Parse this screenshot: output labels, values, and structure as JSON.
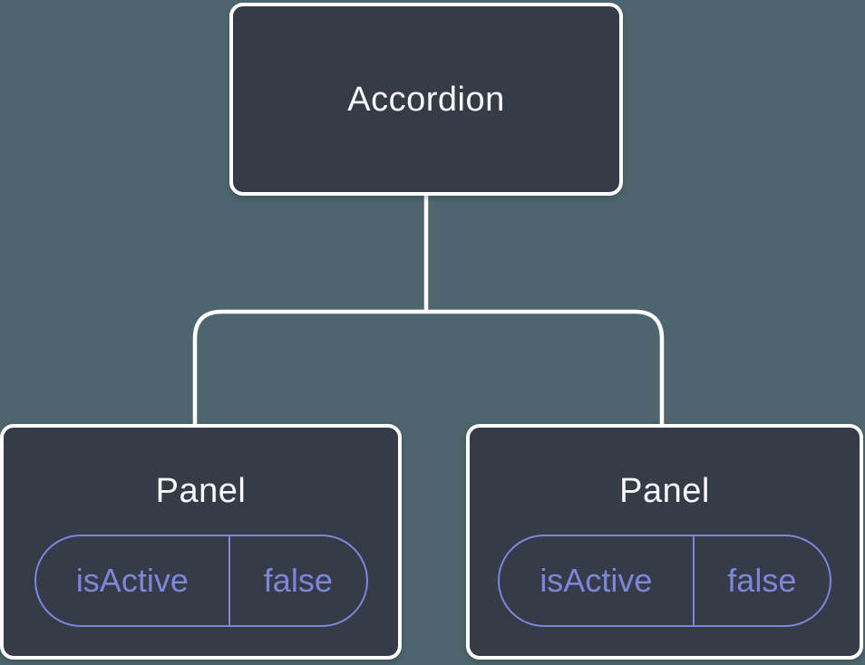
{
  "diagram": {
    "type": "component-tree",
    "colors": {
      "background": "#4d656e",
      "node_fill": "#353b47",
      "node_text": "#f7f9fb",
      "connector": "#ffffff",
      "accent": "#7e85dd"
    },
    "root": {
      "label": "Accordion"
    },
    "children": [
      {
        "label": "Panel",
        "props": [
          {
            "name": "isActive",
            "value": "false"
          }
        ]
      },
      {
        "label": "Panel",
        "props": [
          {
            "name": "isActive",
            "value": "false"
          }
        ]
      }
    ]
  }
}
